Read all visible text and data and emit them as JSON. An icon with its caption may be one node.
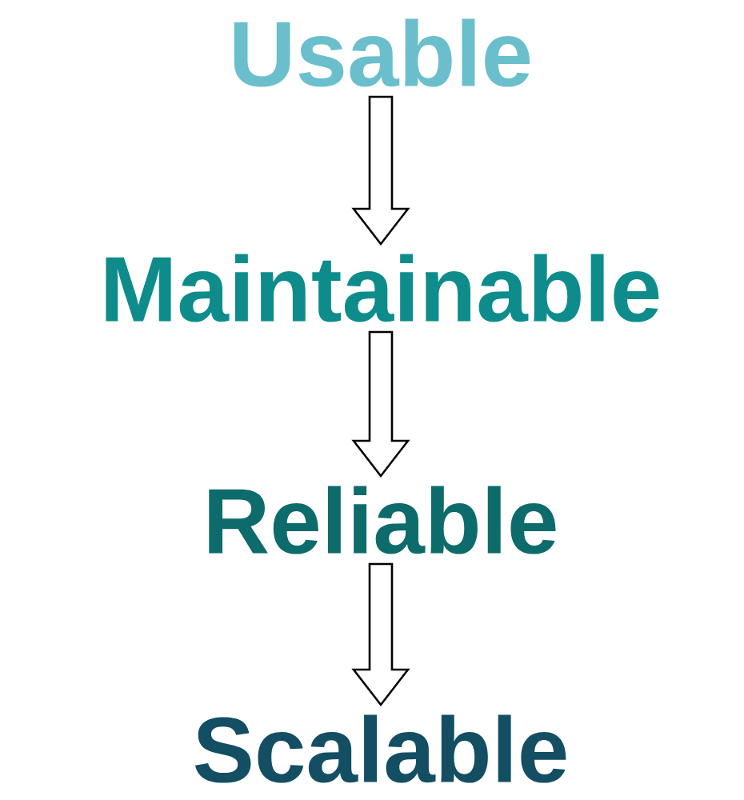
{
  "diagram": {
    "nodes": [
      {
        "text": [
          "Usable"
        ]
      },
      {
        "text": [
          "Maintainable"
        ]
      },
      {
        "text": [
          "Reliable"
        ]
      },
      {
        "text": [
          "Scalable"
        ]
      }
    ],
    "edges": [
      {
        "from": 0,
        "to": 1,
        "arrow": "to"
      },
      {
        "from": 1,
        "to": 2,
        "arrow": "to"
      },
      {
        "from": 2,
        "to": 3,
        "arrow": "to"
      }
    ]
  }
}
